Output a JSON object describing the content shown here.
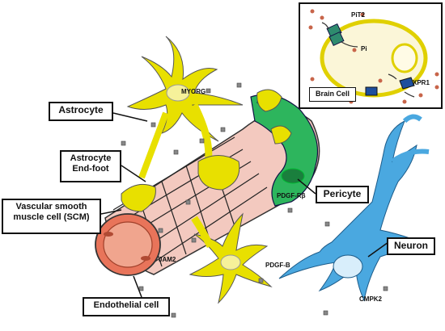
{
  "labels": {
    "astrocyte": "Astrocyte",
    "astrocyte_endfoot": "Astrocyte\nEnd-foot",
    "vsmc": "Vascular smooth\nmuscle cell (SCM)",
    "endothelial": "Endothelial cell",
    "pericyte": "Pericyte",
    "neuron": "Neuron",
    "brain_cell": "Brain Cell"
  },
  "proteins": {
    "myorg": "MYORG",
    "pdgf_rb": "PDGF-Rβ",
    "jam2": "JAM2",
    "pdgf_b": "PDGF-B",
    "cmpk2": "CMPK2",
    "pit2": "PiT2",
    "pi": "Pi",
    "xpr1": "XPR1"
  },
  "colors": {
    "astrocyte": "#e8e000",
    "pericyte": "#2db55d",
    "neuron": "#4aa8e0",
    "endothelial": "#e8745a",
    "vessel_pink": "#f3c9bf",
    "transporter": "#2e8b6e",
    "xpr1": "#1e4f9e"
  }
}
